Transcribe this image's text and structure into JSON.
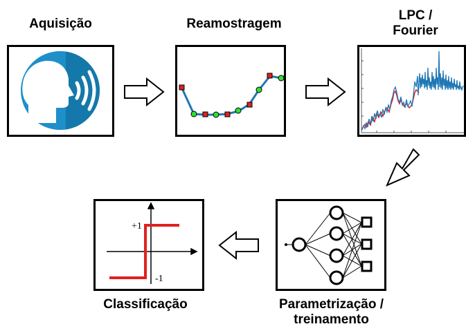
{
  "steps": {
    "acquisition": {
      "label": "Aquisição"
    },
    "resampling": {
      "label": "Reamostragem"
    },
    "lpc": {
      "label_line1": "LPC /",
      "label_line2": "Fourier"
    },
    "training": {
      "label_line1": "Parametrização /",
      "label_line2": "treinamento"
    },
    "classification": {
      "label": "Classificação",
      "tick_high": "+1",
      "tick_low": "-1"
    }
  },
  "colors": {
    "icon_blue": "#1e8fc8",
    "icon_blue_dark": "#1578aa",
    "line_blue": "#1f77b4",
    "marker_red": "#e02020",
    "marker_green": "#33dd33",
    "step_red": "#e02020"
  }
}
